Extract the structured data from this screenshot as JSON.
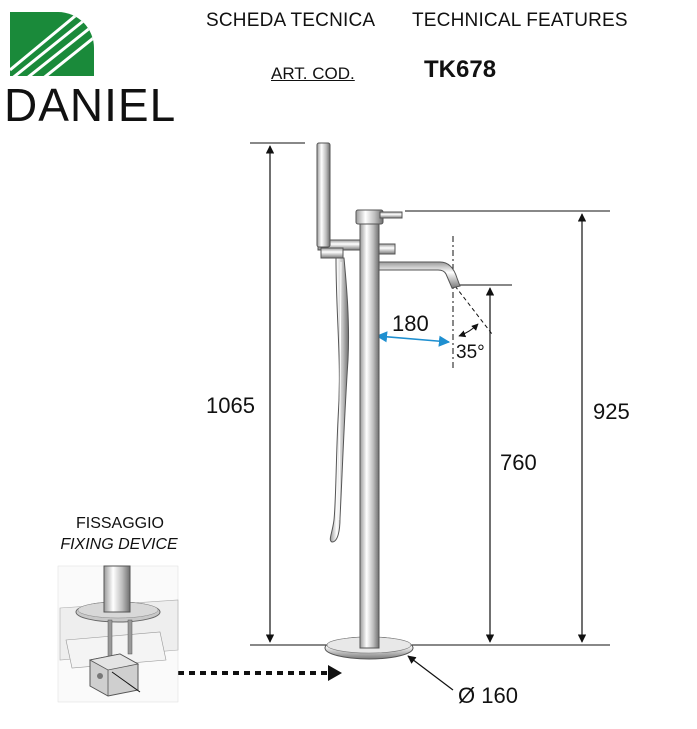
{
  "header": {
    "title_it": "SCHEDA TECNICA",
    "title_en": "TECHNICAL FEATURES",
    "art_code_label": "ART. COD.",
    "art_code": "TK678"
  },
  "brand": {
    "name": "DANIEL",
    "logo_color": "#1a8a3a"
  },
  "dimensions": {
    "total_height": "1065",
    "spout_height": "925",
    "outlet_height": "760",
    "spout_reach": "180",
    "spout_angle": "35°",
    "base_diameter": "Ø 160"
  },
  "fixing": {
    "label_it": "FISSAGGIO",
    "label_en": "FIXING DEVICE"
  },
  "colors": {
    "reach_arrow": "#1e8fd0",
    "line": "#111111"
  }
}
